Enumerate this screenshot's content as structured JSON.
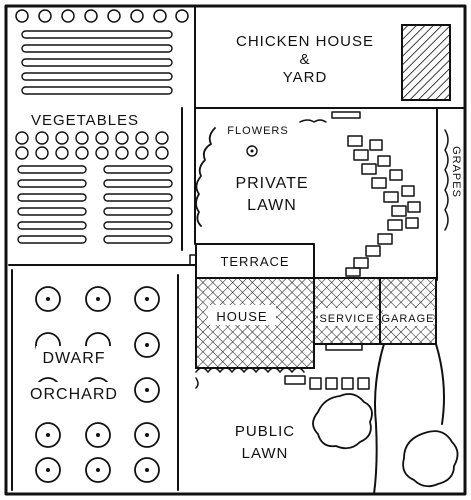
{
  "labels": {
    "chicken_house_line1": "CHICKEN HOUSE",
    "chicken_house_line2": "&",
    "chicken_house_line3": "YARD",
    "vegetables": "VEGETABLES",
    "flowers": "FLOWERS",
    "grapes": "GRAPES",
    "private_lawn_line1": "PRIVATE",
    "private_lawn_line2": "LAWN",
    "terrace": "TERRACE",
    "house": "HOUSE",
    "service": "SERVICE",
    "garage": "GARAGE",
    "dwarf_orchard_line1": "DWARF",
    "dwarf_orchard_line2": "ORCHARD",
    "public_lawn_line1": "PUBLIC",
    "public_lawn_line2": "LAWN"
  },
  "colors": {
    "ink": "#111111",
    "paper": "#ffffff"
  }
}
